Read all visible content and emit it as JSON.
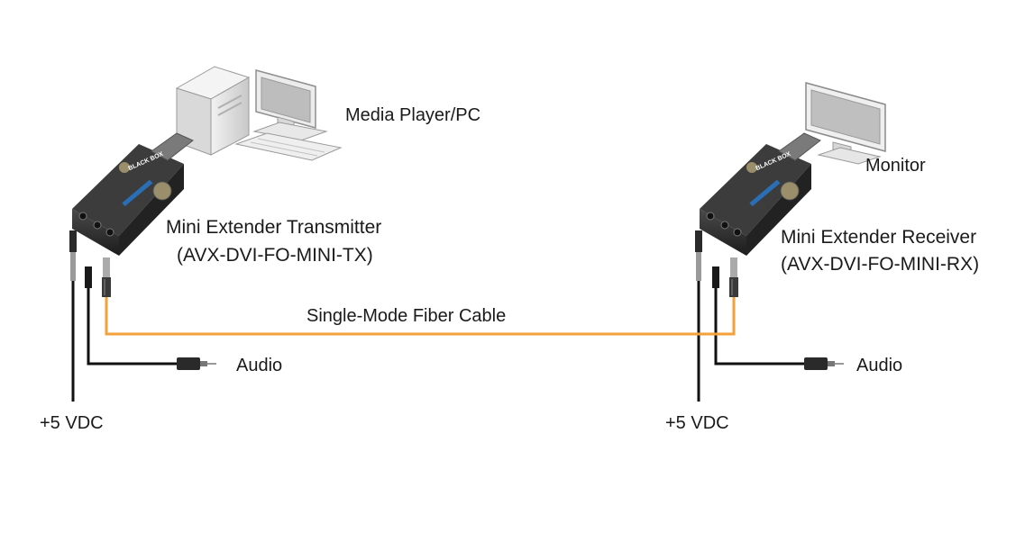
{
  "source": {
    "label": "Media Player/PC",
    "icon": "desktop-computer-icon"
  },
  "display": {
    "label": "Monitor",
    "icon": "monitor-icon"
  },
  "transmitter": {
    "name": "Mini Extender Transmitter",
    "model": "(AVX-DVI-FO-MINI-TX)",
    "brand": "BLACK BOX",
    "icon": "fiber-extender-icon"
  },
  "receiver": {
    "name": "Mini Extender Receiver",
    "model": "(AVX-DVI-FO-MINI-RX)",
    "brand": "BLACK BOX",
    "icon": "fiber-extender-icon"
  },
  "fiber": {
    "label": "Single-Mode Fiber Cable",
    "color": "#f3a23a"
  },
  "left_audio": {
    "label": "Audio",
    "icon": "audio-plug-icon"
  },
  "right_audio": {
    "label": "Audio",
    "icon": "audio-plug-icon"
  },
  "left_power": {
    "label": "+5 VDC",
    "icon": "power-plug-icon"
  },
  "right_power": {
    "label": "+5 VDC",
    "icon": "power-plug-icon"
  },
  "colors": {
    "cable": "#111111",
    "fiber": "#f3a23a",
    "device": "#2a2a2a",
    "computer": "#e4e4e4"
  }
}
